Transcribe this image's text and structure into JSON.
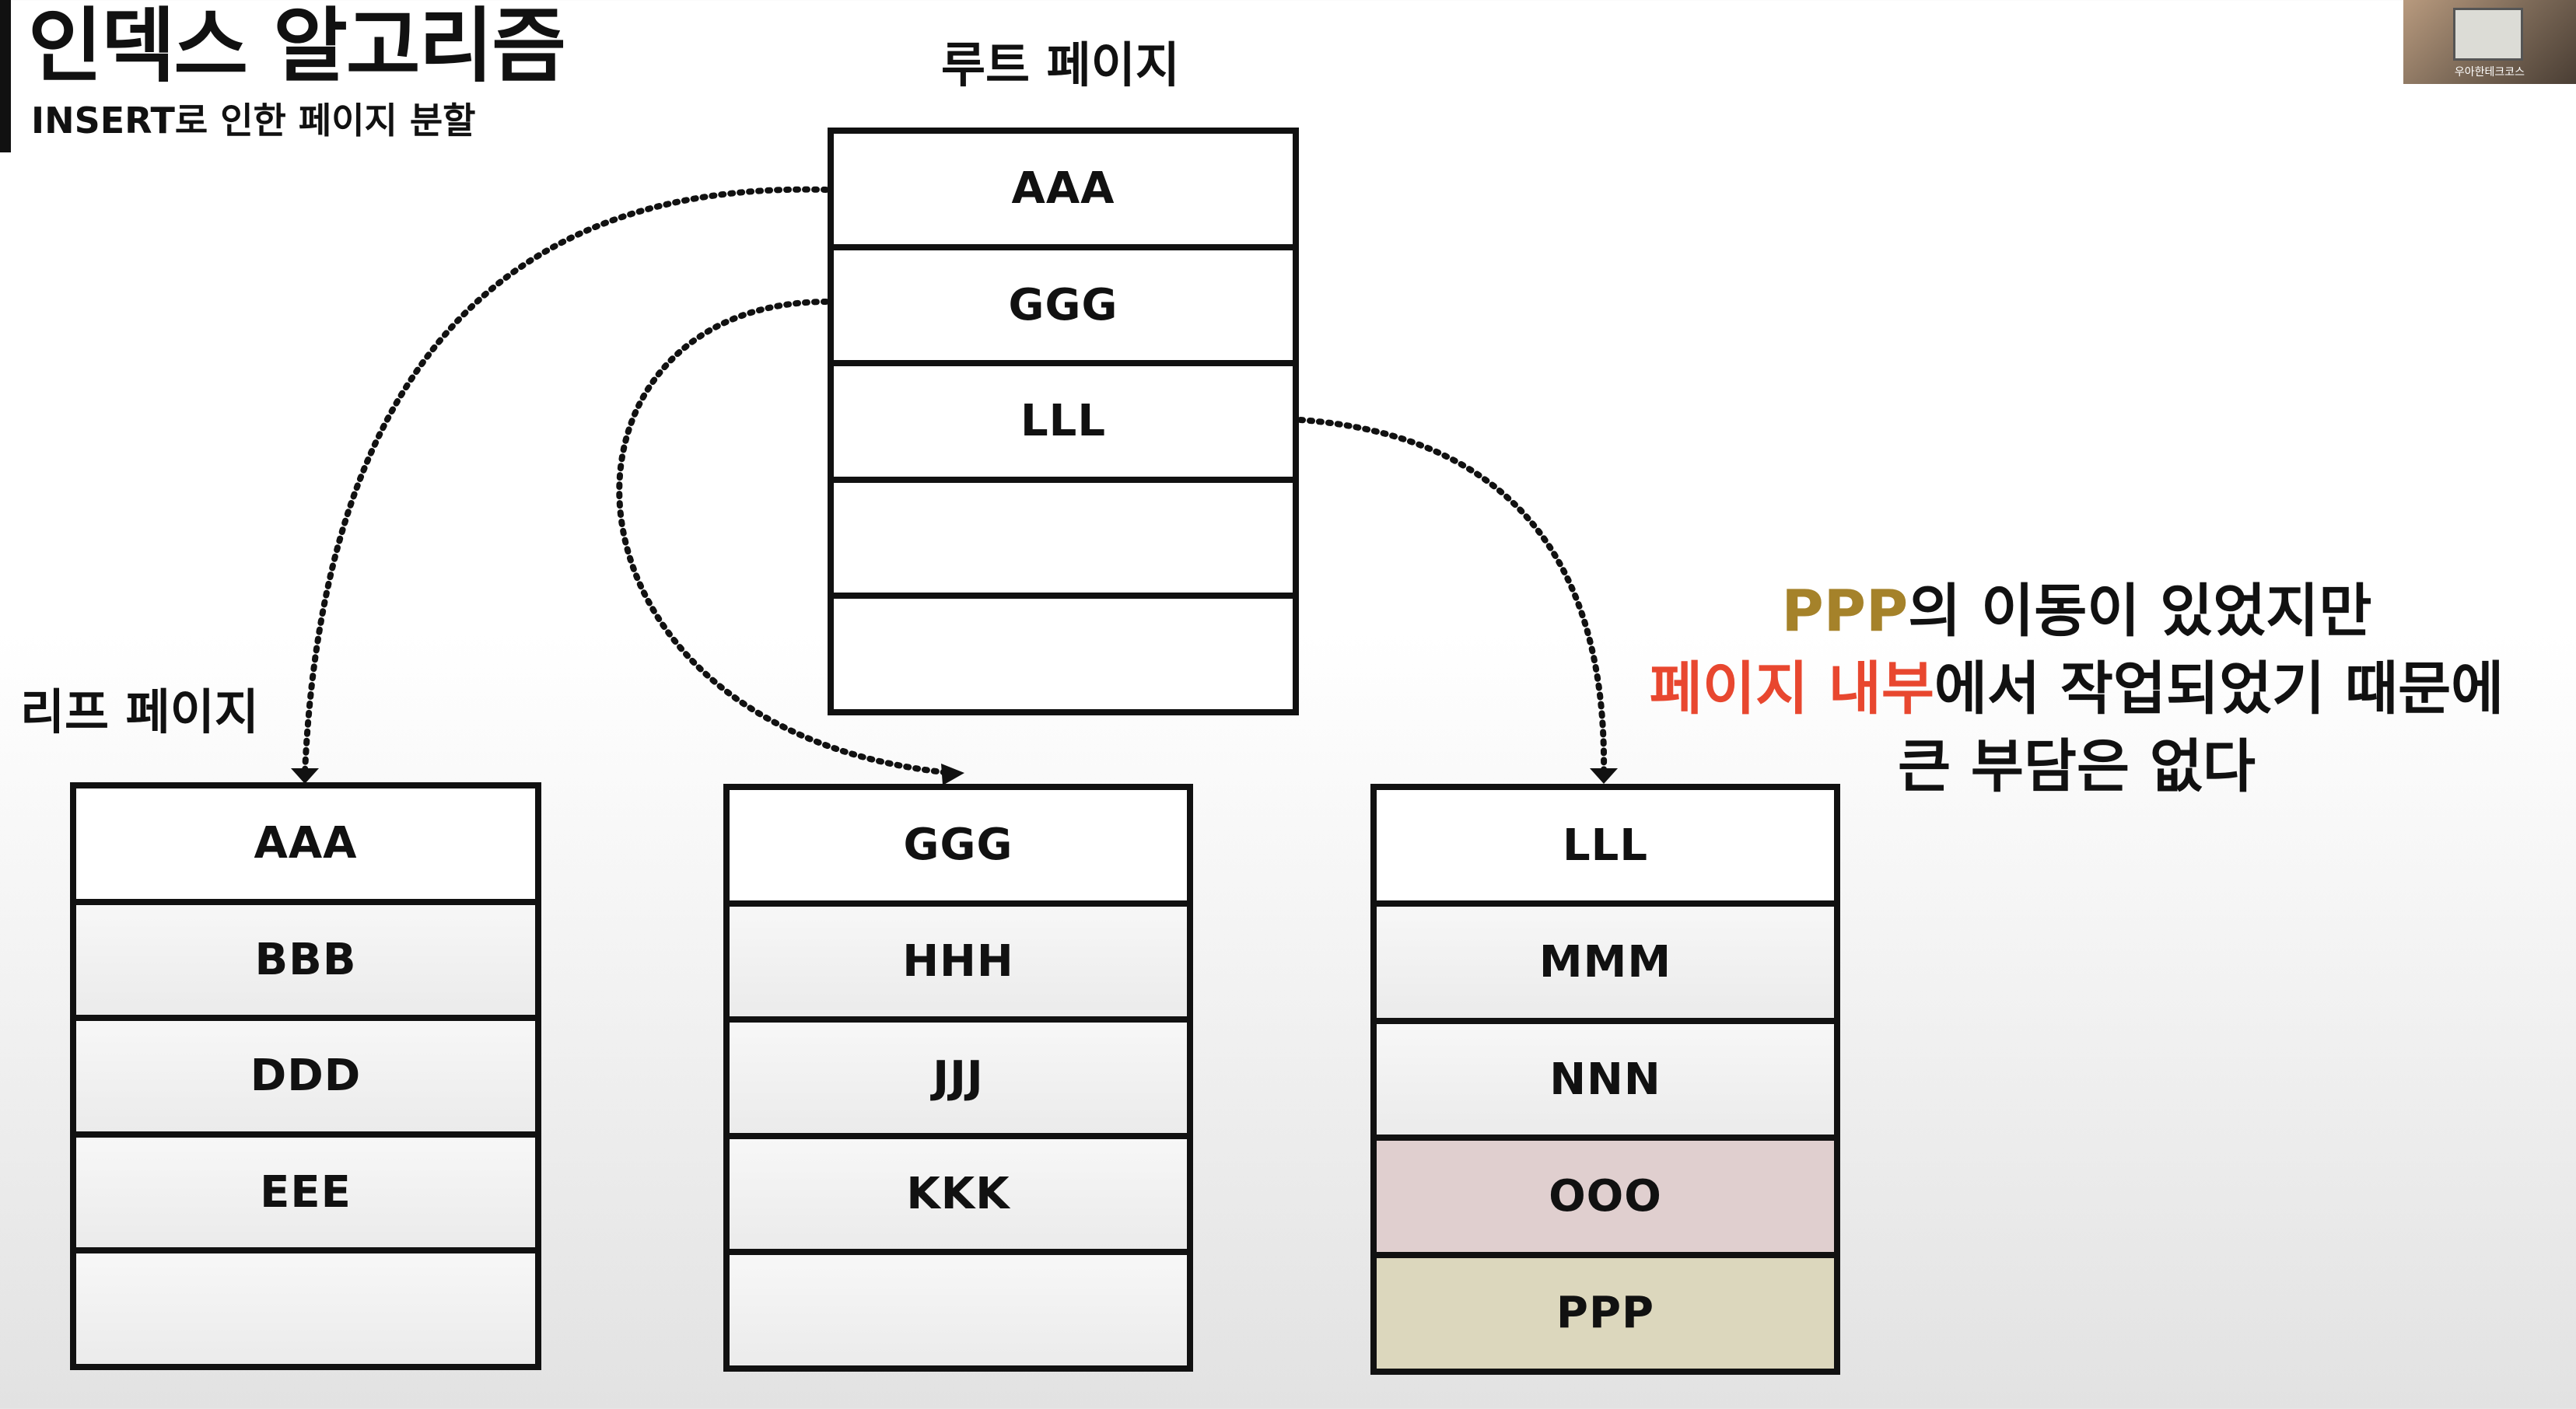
{
  "title": "인덱스 알고리즘",
  "subtitle": "INSERT로 인한 페이지 분할",
  "root_page": {
    "label": "루트 페이지",
    "slots": [
      "AAA",
      "GGG",
      "LLL",
      "",
      ""
    ]
  },
  "leaf_label": "리프 페이지",
  "leaf_pages": [
    {
      "slots": [
        "AAA",
        "BBB",
        "DDD",
        "EEE",
        ""
      ]
    },
    {
      "slots": [
        "GGG",
        "HHH",
        "JJJ",
        "KKK",
        ""
      ]
    },
    {
      "slots": [
        "LLL",
        "MMM",
        "NNN",
        "OOO",
        "PPP"
      ]
    }
  ],
  "note": {
    "line1_highlight": "PPP",
    "line1_rest": "의 이동이 있었지만",
    "line2_highlight": "페이지 내부",
    "line2_rest": "에서 작업되었기 때문에",
    "line3": "큰 부담은 없다"
  },
  "webcam": {
    "caption": "우아한테크코스"
  },
  "colors": {
    "ppp_highlight": "#a5822a",
    "page_highlight": "#e8472f",
    "ooo_fill": "#e0cfcf",
    "ppp_fill": "#dcd7bd",
    "box_border": "#111111"
  }
}
